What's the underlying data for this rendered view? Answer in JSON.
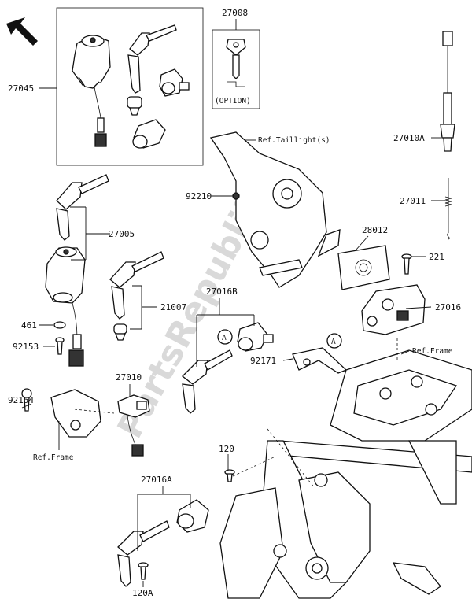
{
  "watermark": "PartsRepublik",
  "option_label": "(OPTION)",
  "parts": {
    "p27045": "27045",
    "p27008": "27008",
    "p27010A": "27010A",
    "p92210": "92210",
    "p27011": "27011",
    "p28012": "28012",
    "p221": "221",
    "p27005": "27005",
    "p21007": "21007",
    "p27016B": "27016B",
    "p27016": "27016",
    "p461": "461",
    "p92153": "92153",
    "p92171": "92171",
    "p27010": "27010",
    "p92154": "92154",
    "p120": "120",
    "p27016A": "27016A",
    "p120A": "120A"
  },
  "refs": {
    "taillight": "Ref.Taillight(s)",
    "frame_right": "Ref.Frame",
    "frame_left": "Ref.Frame"
  },
  "callouts": {
    "a1": "A",
    "a2": "A"
  },
  "icons": {
    "direction": "arrow-up-left-icon"
  }
}
